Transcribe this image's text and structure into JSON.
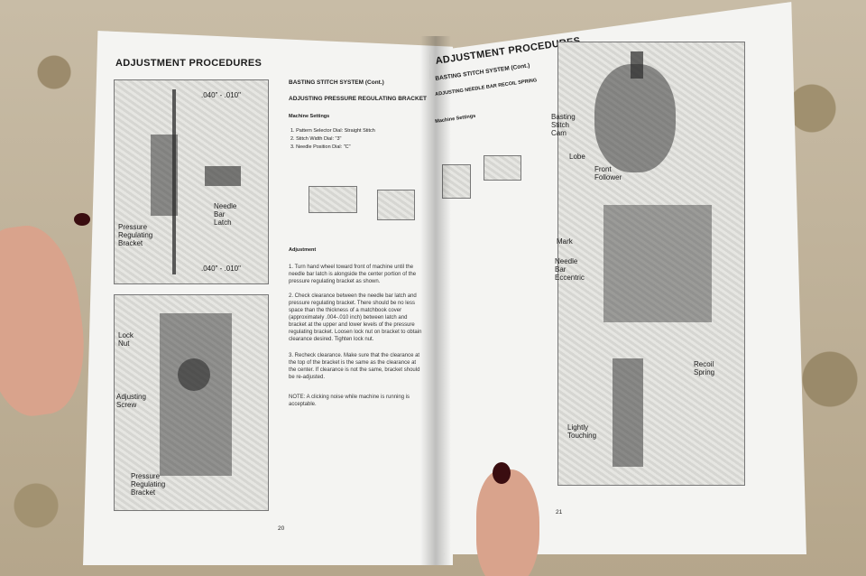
{
  "left_page": {
    "header": "ADJUSTMENT PROCEDURES",
    "section_title": "BASTING STITCH SYSTEM (Cont.)",
    "subsection_title": "ADJUSTING PRESSURE REGULATING BRACKET",
    "settings_heading": "Machine Settings",
    "settings": [
      "1. Pattern Selector Dial: Straight Stitch",
      "2. Stitch Width Dial: \"3\"",
      "3. Needle Position Dial: \"C\""
    ],
    "adjustment_heading": "Adjustment",
    "steps": [
      "1. Turn hand wheel toward front of machine until the needle bar latch is alongside the center portion of the pressure regulating bracket as shown.",
      "2. Check clearance between the needle bar latch and pressure regulating bracket. There should be no less space than the thickness of a matchbook cover (approximately .004-.010 inch) between latch and bracket at the upper and lower levels of the pressure regulating bracket. Loosen lock nut on bracket to obtain clearance desired. Tighten lock nut.",
      "3. Recheck clearance. Make sure that the clearance at the top of the bracket is the same as the clearance at the center. If clearance is not the same, bracket should be re-adjusted."
    ],
    "note": "NOTE: A clicking noise while machine is running is acceptable.",
    "fig_top_labels": {
      "dim_top": ".040\" - .010\"",
      "dim_bottom": ".040\" - .010\"",
      "needle_bar_latch": "Needle\nBar\nLatch",
      "pressure_bracket": "Pressure\nRegulating\nBracket"
    },
    "fig_bottom_labels": {
      "lock_nut": "Lock\nNut",
      "adjusting_screw": "Adjusting\nScrew",
      "pressure_bracket": "Pressure\nRegulating\nBracket"
    },
    "page_number": "20"
  },
  "right_page": {
    "header": "ADJUSTMENT PROCEDURES",
    "section_title": "BASTING STITCH SYSTEM (Cont.)",
    "subsection_title": "ADJUSTING NEEDLE BAR RECOIL SPRING",
    "settings_heading": "Machine Settings",
    "fig_top_labels": {
      "cam": "Basting\nStitch\nCam",
      "lobe": "Lobe",
      "follower": "Front\nFollower"
    },
    "fig_mid_labels": {
      "mark": "Mark",
      "eccentric": "Needle\nBar\nEccentric"
    },
    "fig_bottom_labels": {
      "recoil": "Recoil\nSpring",
      "touching": "Lightly\nTouching"
    },
    "page_number": "21"
  }
}
